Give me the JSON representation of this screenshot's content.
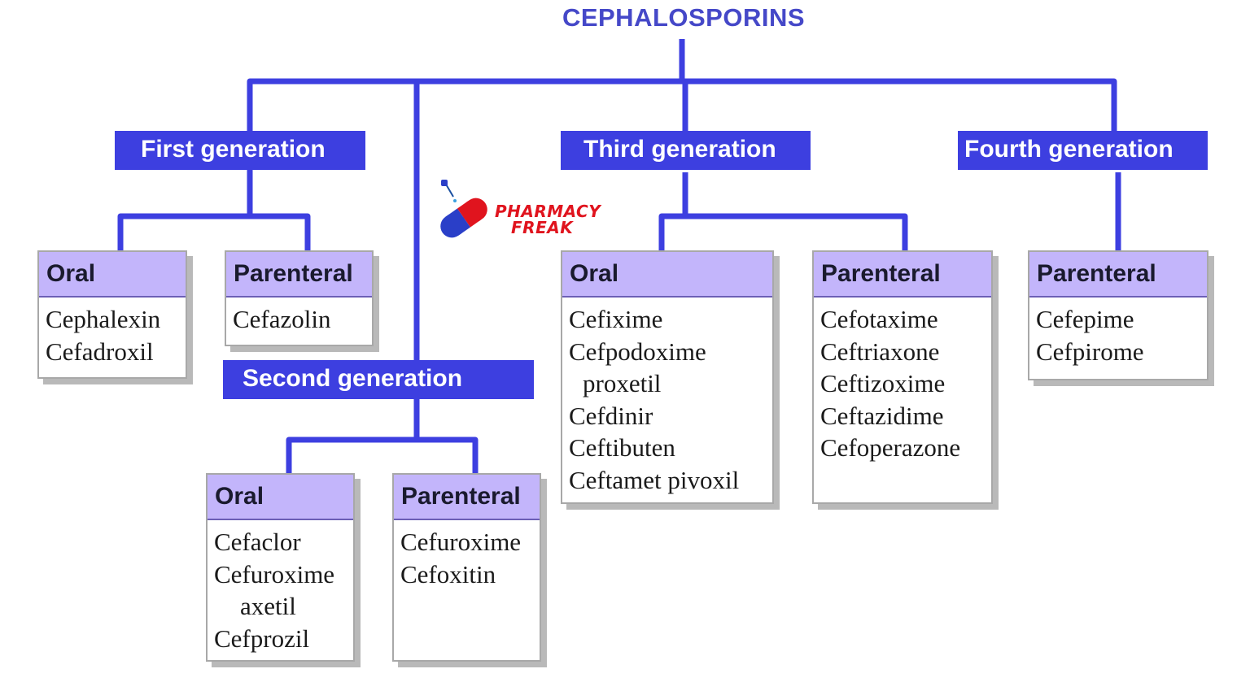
{
  "title": "CEPHALOSPORINS",
  "colors": {
    "accent": "#3d3fe0",
    "title": "#4548c8",
    "header_fill": "#c3b5fb",
    "logo_red": "#e0141e"
  },
  "generations": {
    "first": {
      "label": "First generation",
      "oral": {
        "label": "Oral",
        "drugs": [
          "Cephalexin",
          "Cefadroxil"
        ]
      },
      "parenteral": {
        "label": "Parenteral",
        "drugs": [
          "Cefazolin"
        ]
      }
    },
    "second": {
      "label": "Second generation",
      "oral": {
        "label": "Oral",
        "drugs": [
          "Cefaclor",
          "Cefuroxime",
          "axetil",
          "Cefprozil"
        ]
      },
      "parenteral": {
        "label": "Parenteral",
        "drugs": [
          "Cefuroxime",
          "Cefoxitin"
        ]
      }
    },
    "third": {
      "label": "Third generation",
      "oral": {
        "label": "Oral",
        "drugs": [
          "Cefixime",
          "Cefpodoxime",
          "proxetil",
          "Cefdinir",
          "Ceftibuten",
          "Ceftamet pivoxil"
        ]
      },
      "parenteral": {
        "label": "Parenteral",
        "drugs": [
          "Cefotaxime",
          "Ceftriaxone",
          "Ceftizoxime",
          "Ceftazidime",
          "Cefoperazone"
        ]
      }
    },
    "fourth": {
      "label": "Fourth generation",
      "parenteral": {
        "label": "Parenteral",
        "drugs": [
          "Cefepime",
          "Cefpirome"
        ]
      }
    }
  },
  "logo": {
    "line1": "PHARMACY",
    "line2": "FREAK",
    "icon": "capsule-dropper-icon"
  }
}
